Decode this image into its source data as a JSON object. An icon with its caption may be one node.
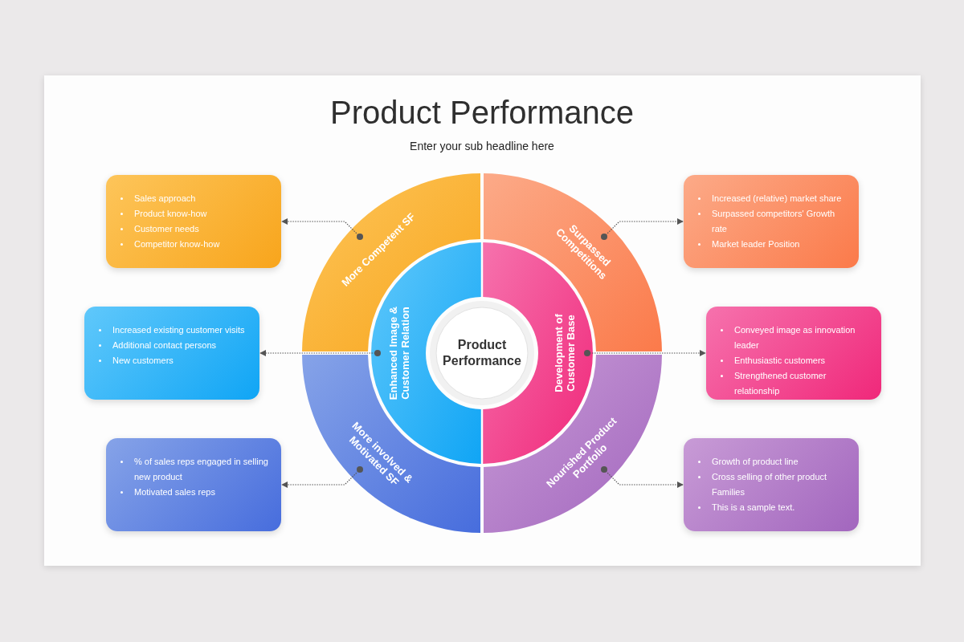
{
  "diagram": {
    "title": "Product Performance",
    "nodes": [
      {
        "text": [
          "Sales approach",
          "Product know-how",
          "Customer needs",
          "Competitor know-how"
        ]
      },
      {
        "text": [
          "Increased (relative) market share",
          "Surpassed competitors' Growth rate",
          "Market leader Position"
        ]
      },
      {
        "text": [
          "Increased existing customer visits",
          "Additional contact persons",
          "New customers"
        ]
      },
      {
        "text": [
          "Conveyed image as innovation leader",
          "Enthusiastic customers",
          "Strengthened customer relationship"
        ]
      },
      {
        "text": [
          "% of sales reps engaged in selling new product",
          "Motivated sales reps"
        ]
      },
      {
        "text": [
          "Growth of product line",
          "Cross selling of other product Families",
          "This is a sample text."
        ]
      },
      {
        "text": [
          "More Competent SF"
        ]
      },
      {
        "text": [
          "Surpassed Competitions"
        ]
      },
      {
        "text": [
          "More involved & Motivated SF"
        ]
      },
      {
        "text": [
          "Nourished Product Portfolio"
        ]
      },
      {
        "text": [
          "Enhanced Image & Customer Relation"
        ]
      },
      {
        "text": [
          "Development of Customer Base"
        ]
      },
      {
        "text": [
          "Product Performance"
        ]
      }
    ],
    "edges": [
      {
        "from": 6,
        "to": 0,
        "arrow": "to"
      },
      {
        "from": 7,
        "to": 1,
        "arrow": "to"
      },
      {
        "from": 10,
        "to": 2,
        "arrow": "to"
      },
      {
        "from": 11,
        "to": 3,
        "arrow": "to"
      },
      {
        "from": 8,
        "to": 4,
        "arrow": "to"
      },
      {
        "from": 9,
        "to": 5,
        "arrow": "to"
      }
    ],
    "labels": [
      "Enter your sub headline here"
    ]
  }
}
